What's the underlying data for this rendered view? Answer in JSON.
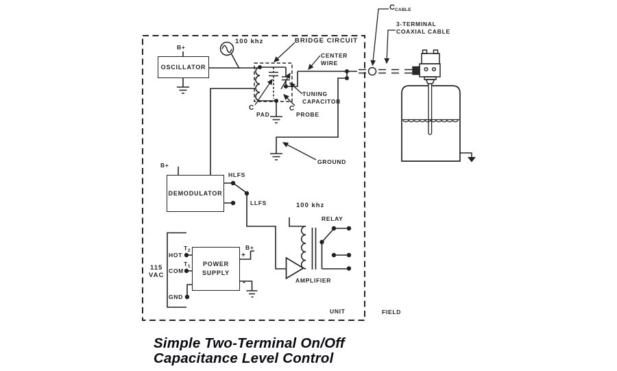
{
  "diagram": {
    "caption": [
      "Simple Two-Terminal On/Off",
      "Capacitance Level Control"
    ],
    "zones": {
      "unit": "UNIT",
      "field": "FIELD"
    },
    "oscillator": {
      "name": "OSCILLATOR",
      "supply": "B+",
      "freq": "100 khz"
    },
    "bridge": {
      "label": "BRIDGE CIRCUIT",
      "center_wire": [
        "CENTER",
        "WIRE"
      ],
      "tuning": [
        "TUNING",
        "CAPACITOR"
      ],
      "c_pad": {
        "c": "C",
        "word": "PAD"
      },
      "c_probe": {
        "c": "C",
        "word": "PROBE"
      },
      "ground": "GROUND"
    },
    "cable": {
      "c": "C",
      "c_sub": "CABLE",
      "coax": [
        "3-TERMINAL",
        "COAXIAL CABLE"
      ]
    },
    "demodulator": {
      "name": "DEMODULATOR",
      "supply": "B+",
      "hlfs": "HLFS",
      "llfs": "LLFS"
    },
    "amplifier": {
      "name": "AMPLIFIER",
      "freq": "100 khz"
    },
    "relay": {
      "name": "RELAY"
    },
    "power_supply": {
      "name": [
        "POWER",
        "SUPPLY"
      ],
      "supply": "B+",
      "plus": "+",
      "minus": "-",
      "t": "T",
      "t2_sub": "2",
      "t1_sub": "1",
      "hot": "HOT",
      "com": "COM",
      "gnd": "GND",
      "vac": [
        "115",
        "VAC"
      ]
    }
  },
  "colors": {
    "ink": "#222222",
    "title_ink": "#0a0a12",
    "paper": "#ffffff"
  }
}
